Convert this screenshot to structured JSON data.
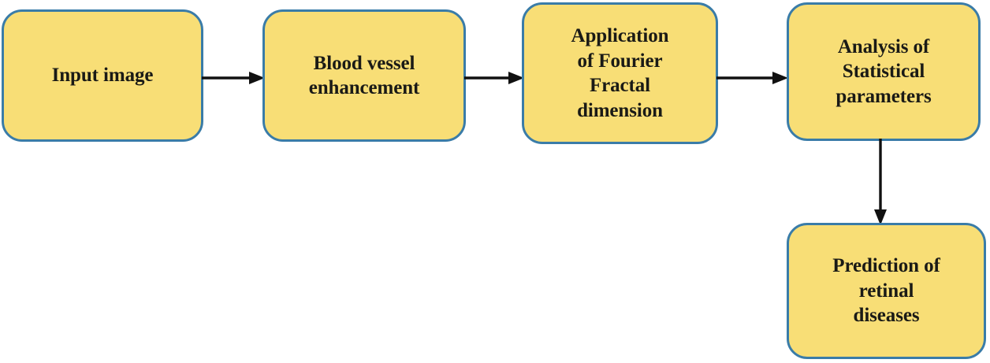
{
  "diagram": {
    "title": "Retinal image analysis pipeline flowchart",
    "colors": {
      "node_fill": "#F8DE76",
      "node_border": "#3A7CA8",
      "arrow": "#111111",
      "text": "#1a1a16",
      "background": "#ffffff"
    },
    "nodes": [
      {
        "id": "input-image",
        "label": "Input image",
        "lines": [
          "Input image"
        ]
      },
      {
        "id": "blood-vessel-enhancement",
        "label": "Blood vessel\nenhancement",
        "lines": [
          "Blood vessel",
          "enhancement"
        ]
      },
      {
        "id": "fourier-fractal-dimension",
        "label": "Application\nof Fourier\nFractal\ndimension",
        "lines": [
          "Application",
          "of Fourier",
          "Fractal",
          "dimension"
        ]
      },
      {
        "id": "statistical-parameters",
        "label": "Analysis of\nStatistical\nparameters",
        "lines": [
          "Analysis of",
          "Statistical",
          "parameters"
        ]
      },
      {
        "id": "prediction-retinal-diseases",
        "label": "Prediction of\nretinal\ndiseases",
        "lines": [
          "Prediction of",
          "retinal",
          "diseases"
        ]
      }
    ],
    "edges": [
      {
        "id": "edge-1-2",
        "from": "input-image",
        "to": "blood-vessel-enhancement",
        "direction": "right"
      },
      {
        "id": "edge-2-3",
        "from": "blood-vessel-enhancement",
        "to": "fourier-fractal-dimension",
        "direction": "right"
      },
      {
        "id": "edge-3-4",
        "from": "fourier-fractal-dimension",
        "to": "statistical-parameters",
        "direction": "right"
      },
      {
        "id": "edge-4-5",
        "from": "statistical-parameters",
        "to": "prediction-retinal-diseases",
        "direction": "down"
      }
    ]
  }
}
